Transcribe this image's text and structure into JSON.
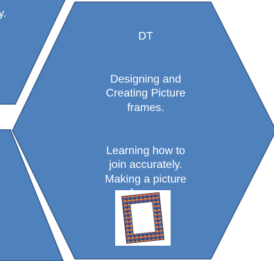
{
  "hexagons": {
    "main": {
      "title": "DT",
      "subtitle": "Designing and\nCreating Picture\nframes.",
      "description": "Learning how to\njoin accurately.\nMaking a picture\nframe."
    },
    "top_left_partial": {
      "text_fragment": "y."
    }
  },
  "colors": {
    "hex_fill": "#4f81bd",
    "hex_stroke": "#385d8a",
    "background": "#ffffff"
  },
  "images": {
    "frame_photo": "picture-frame-image"
  }
}
